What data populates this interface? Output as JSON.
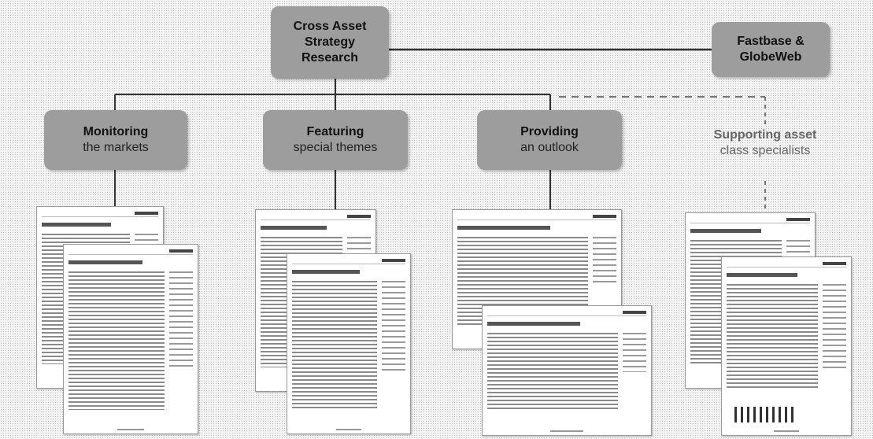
{
  "nodes": {
    "root": {
      "line1": "Cross Asset",
      "line2": "Strategy",
      "line3": "Research"
    },
    "fastbase": {
      "line1": "Fastbase &",
      "line2": "GlobeWeb"
    },
    "monitoring": {
      "bold": "Monitoring",
      "light": "the markets"
    },
    "featuring": {
      "bold": "Featuring",
      "light": "special themes"
    },
    "providing": {
      "bold": "Providing",
      "light": "an outlook"
    },
    "supporting": {
      "line1": "Supporting asset",
      "line2": "class specialists"
    }
  },
  "colors": {
    "box_fill": "#9d9d9d",
    "line": "#333333",
    "dashed_line": "#777777"
  },
  "icons": [
    "document-thumbnail-icon"
  ]
}
